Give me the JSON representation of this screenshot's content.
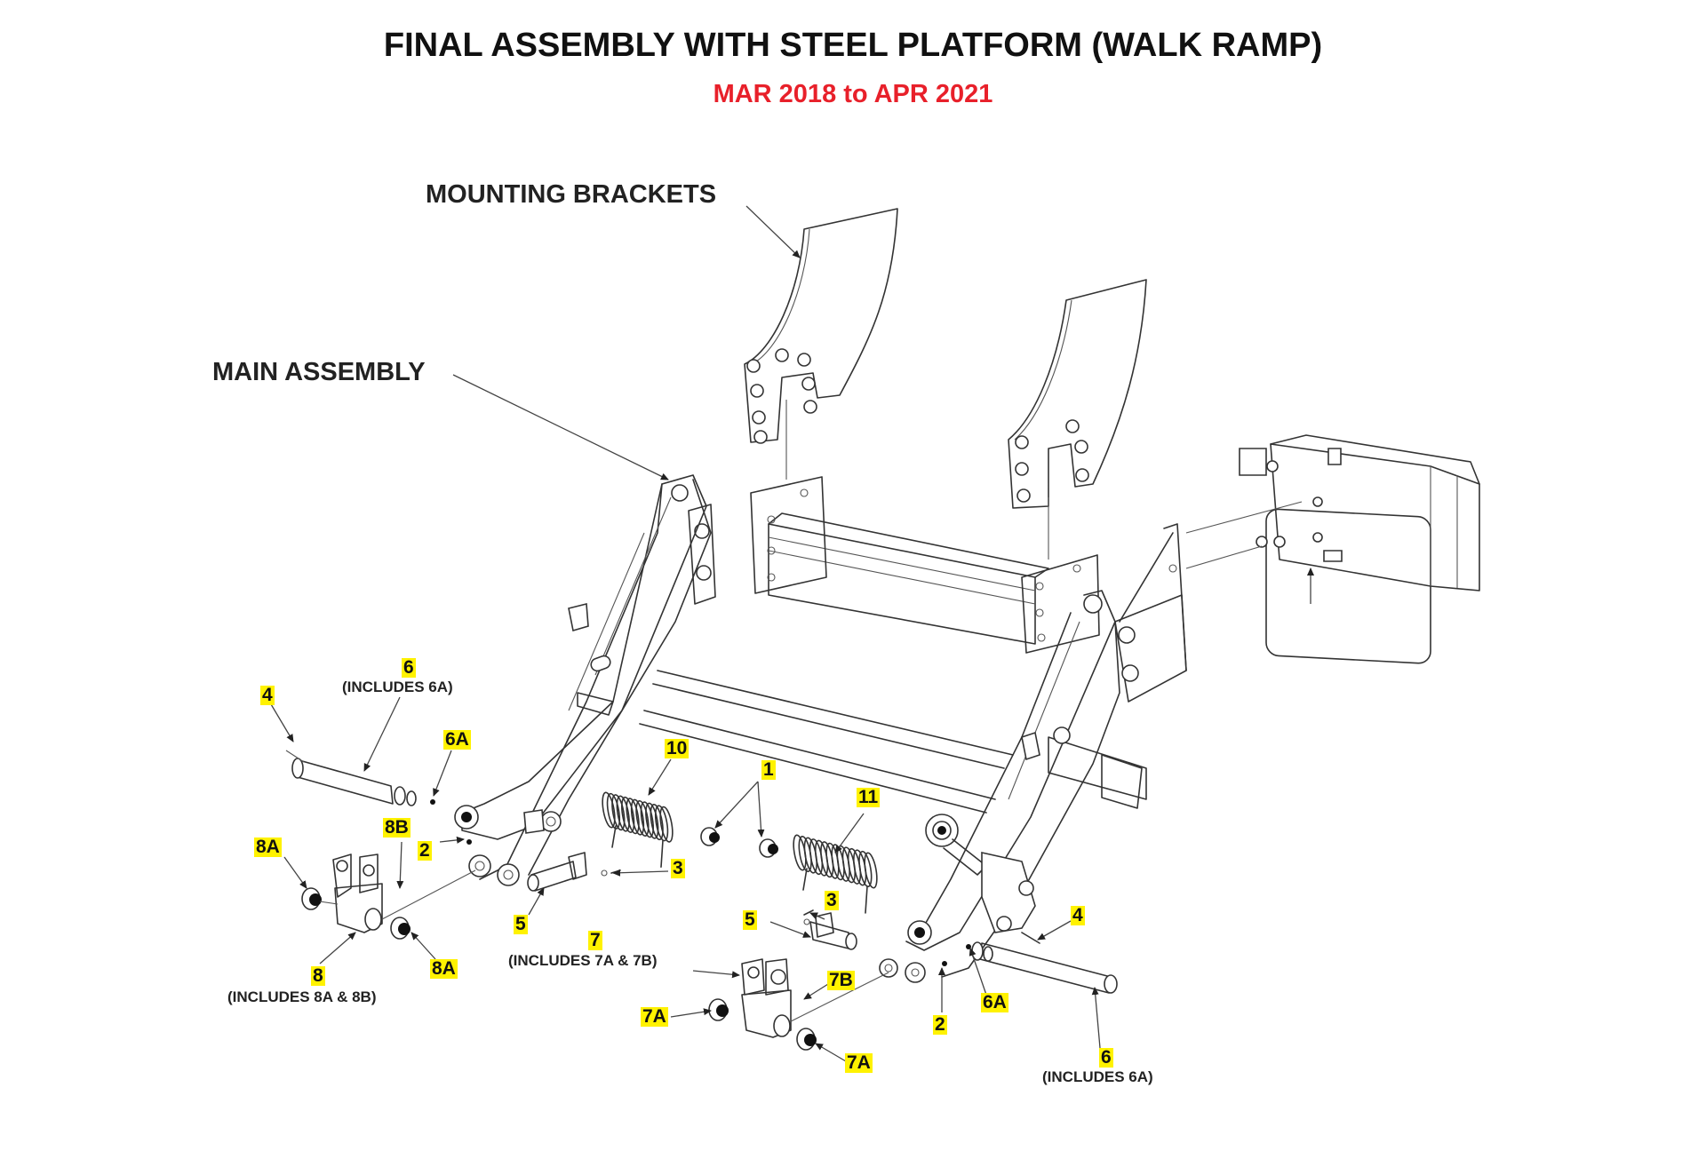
{
  "header": {
    "title": "FINAL ASSEMBLY WITH STEEL PLATFORM (WALK RAMP)",
    "date_range": "MAR 2018 to APR 2021",
    "date_range_color": "#e8202a"
  },
  "group_labels": {
    "mounting_brackets": "MOUNTING BRACKETS",
    "main_assembly": "MAIN ASSEMBLY"
  },
  "callouts": {
    "left": {
      "item_4": "4",
      "item_6": "6",
      "item_6_note": "(INCLUDES 6A)",
      "item_6a": "6A",
      "item_8a_top": "8A",
      "item_8b": "8B",
      "item_2": "2",
      "item_8a_bottom": "8A",
      "item_8": "8",
      "item_8_note": "(INCLUDES 8A & 8B)",
      "item_5": "5"
    },
    "center": {
      "item_10": "10",
      "item_1": "1",
      "item_11": "11",
      "item_3_top": "3",
      "item_3_lower": "3",
      "item_5": "5",
      "item_7": "7",
      "item_7_note": "(INCLUDES 7A & 7B)",
      "item_7b": "7B",
      "item_7a_left": "7A",
      "item_7a_right": "7A"
    },
    "right": {
      "item_4": "4",
      "item_2": "2",
      "item_6a": "6A",
      "item_6": "6",
      "item_6_note": "(INCLUDES 6A)"
    }
  },
  "highlight_color": "#fff200"
}
